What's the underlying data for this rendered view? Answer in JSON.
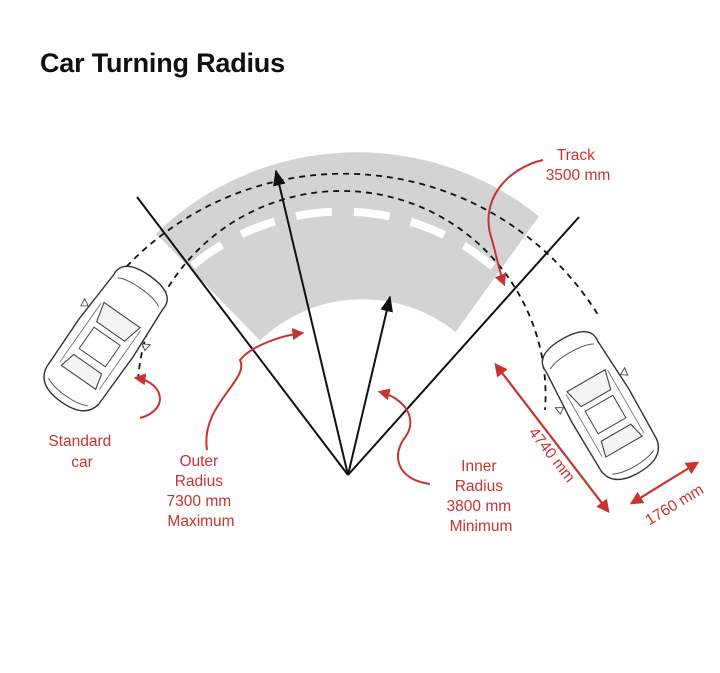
{
  "title": "Car Turning Radius",
  "colors": {
    "accent": "#c8332f",
    "road": "#d3d3d3",
    "line": "#111111",
    "lane_marking": "#ffffff"
  },
  "labels": {
    "track": [
      "Track",
      "3500 mm"
    ],
    "standard_car": [
      "Standard",
      "car"
    ],
    "outer_radius": [
      "Outer",
      "Radius",
      "7300 mm",
      "Maximum"
    ],
    "inner_radius": [
      "Inner",
      "Radius",
      "3800 mm",
      "Minimum"
    ],
    "car_length": "4740 mm",
    "car_width": "1760 mm"
  }
}
